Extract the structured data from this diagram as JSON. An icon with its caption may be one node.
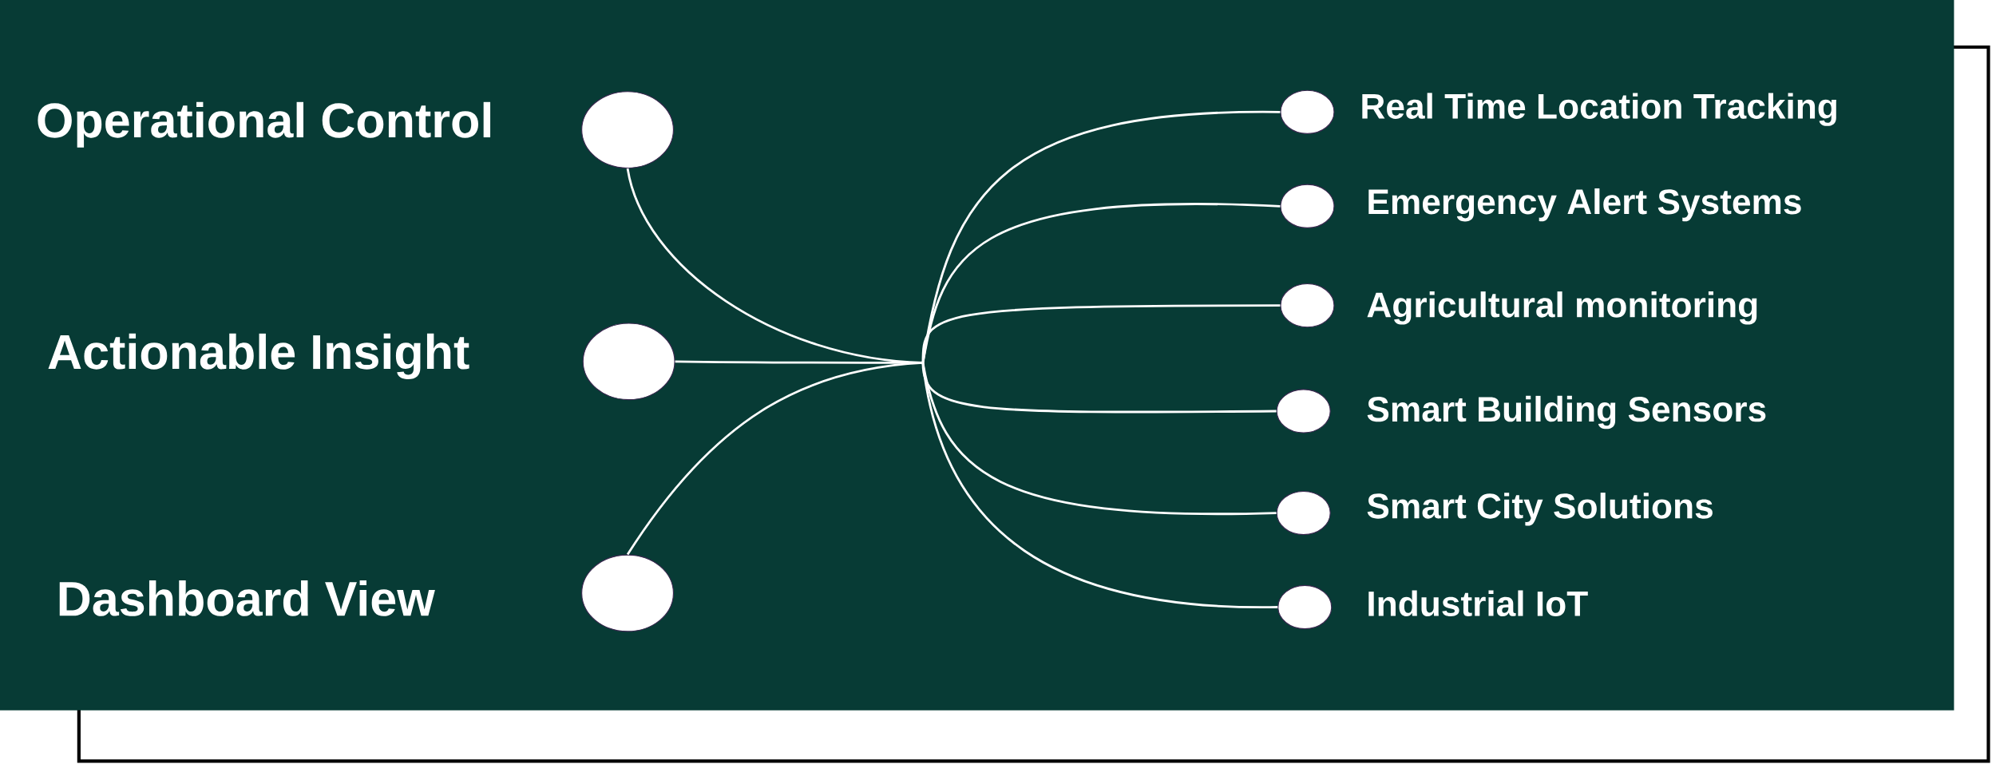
{
  "diagram": {
    "nodes": [
      {
        "text": [],
        "shape": "circle",
        "beside": [
          "Operational Control"
        ]
      },
      {
        "text": [],
        "shape": "circle",
        "beside": [
          "Actionable Insight"
        ]
      },
      {
        "text": [],
        "shape": "circle",
        "beside": [
          "Dashboard View"
        ]
      },
      {
        "text": [],
        "shape": "circle",
        "beside": [
          "Real Time Location Tracking"
        ]
      },
      {
        "text": [],
        "shape": "circle",
        "beside": [
          "Emergency Alert Systems"
        ]
      },
      {
        "text": [],
        "shape": "circle",
        "beside": [
          "Agricultural monitoring"
        ]
      },
      {
        "text": [],
        "shape": "circle",
        "beside": [
          "Smart Building Sensors"
        ]
      },
      {
        "text": [],
        "shape": "circle",
        "beside": [
          "Smart City Solutions"
        ]
      },
      {
        "text": [],
        "shape": "circle",
        "beside": [
          "Industrial IoT"
        ]
      }
    ],
    "edges": [
      {
        "from": 0,
        "to": 3,
        "arrow": "none"
      },
      {
        "from": 0,
        "to": 4,
        "arrow": "none"
      },
      {
        "from": 0,
        "to": 5,
        "arrow": "none"
      },
      {
        "from": 0,
        "to": 6,
        "arrow": "none"
      },
      {
        "from": 0,
        "to": 7,
        "arrow": "none"
      },
      {
        "from": 0,
        "to": 8,
        "arrow": "none"
      },
      {
        "from": 1,
        "to": 3,
        "arrow": "none"
      },
      {
        "from": 1,
        "to": 4,
        "arrow": "none"
      },
      {
        "from": 1,
        "to": 5,
        "arrow": "none"
      },
      {
        "from": 1,
        "to": 6,
        "arrow": "none"
      },
      {
        "from": 1,
        "to": 7,
        "arrow": "none"
      },
      {
        "from": 1,
        "to": 8,
        "arrow": "none"
      },
      {
        "from": 2,
        "to": 3,
        "arrow": "none"
      },
      {
        "from": 2,
        "to": 4,
        "arrow": "none"
      },
      {
        "from": 2,
        "to": 5,
        "arrow": "none"
      },
      {
        "from": 2,
        "to": 6,
        "arrow": "none"
      },
      {
        "from": 2,
        "to": 7,
        "arrow": "none"
      },
      {
        "from": 2,
        "to": 8,
        "arrow": "none"
      }
    ]
  }
}
